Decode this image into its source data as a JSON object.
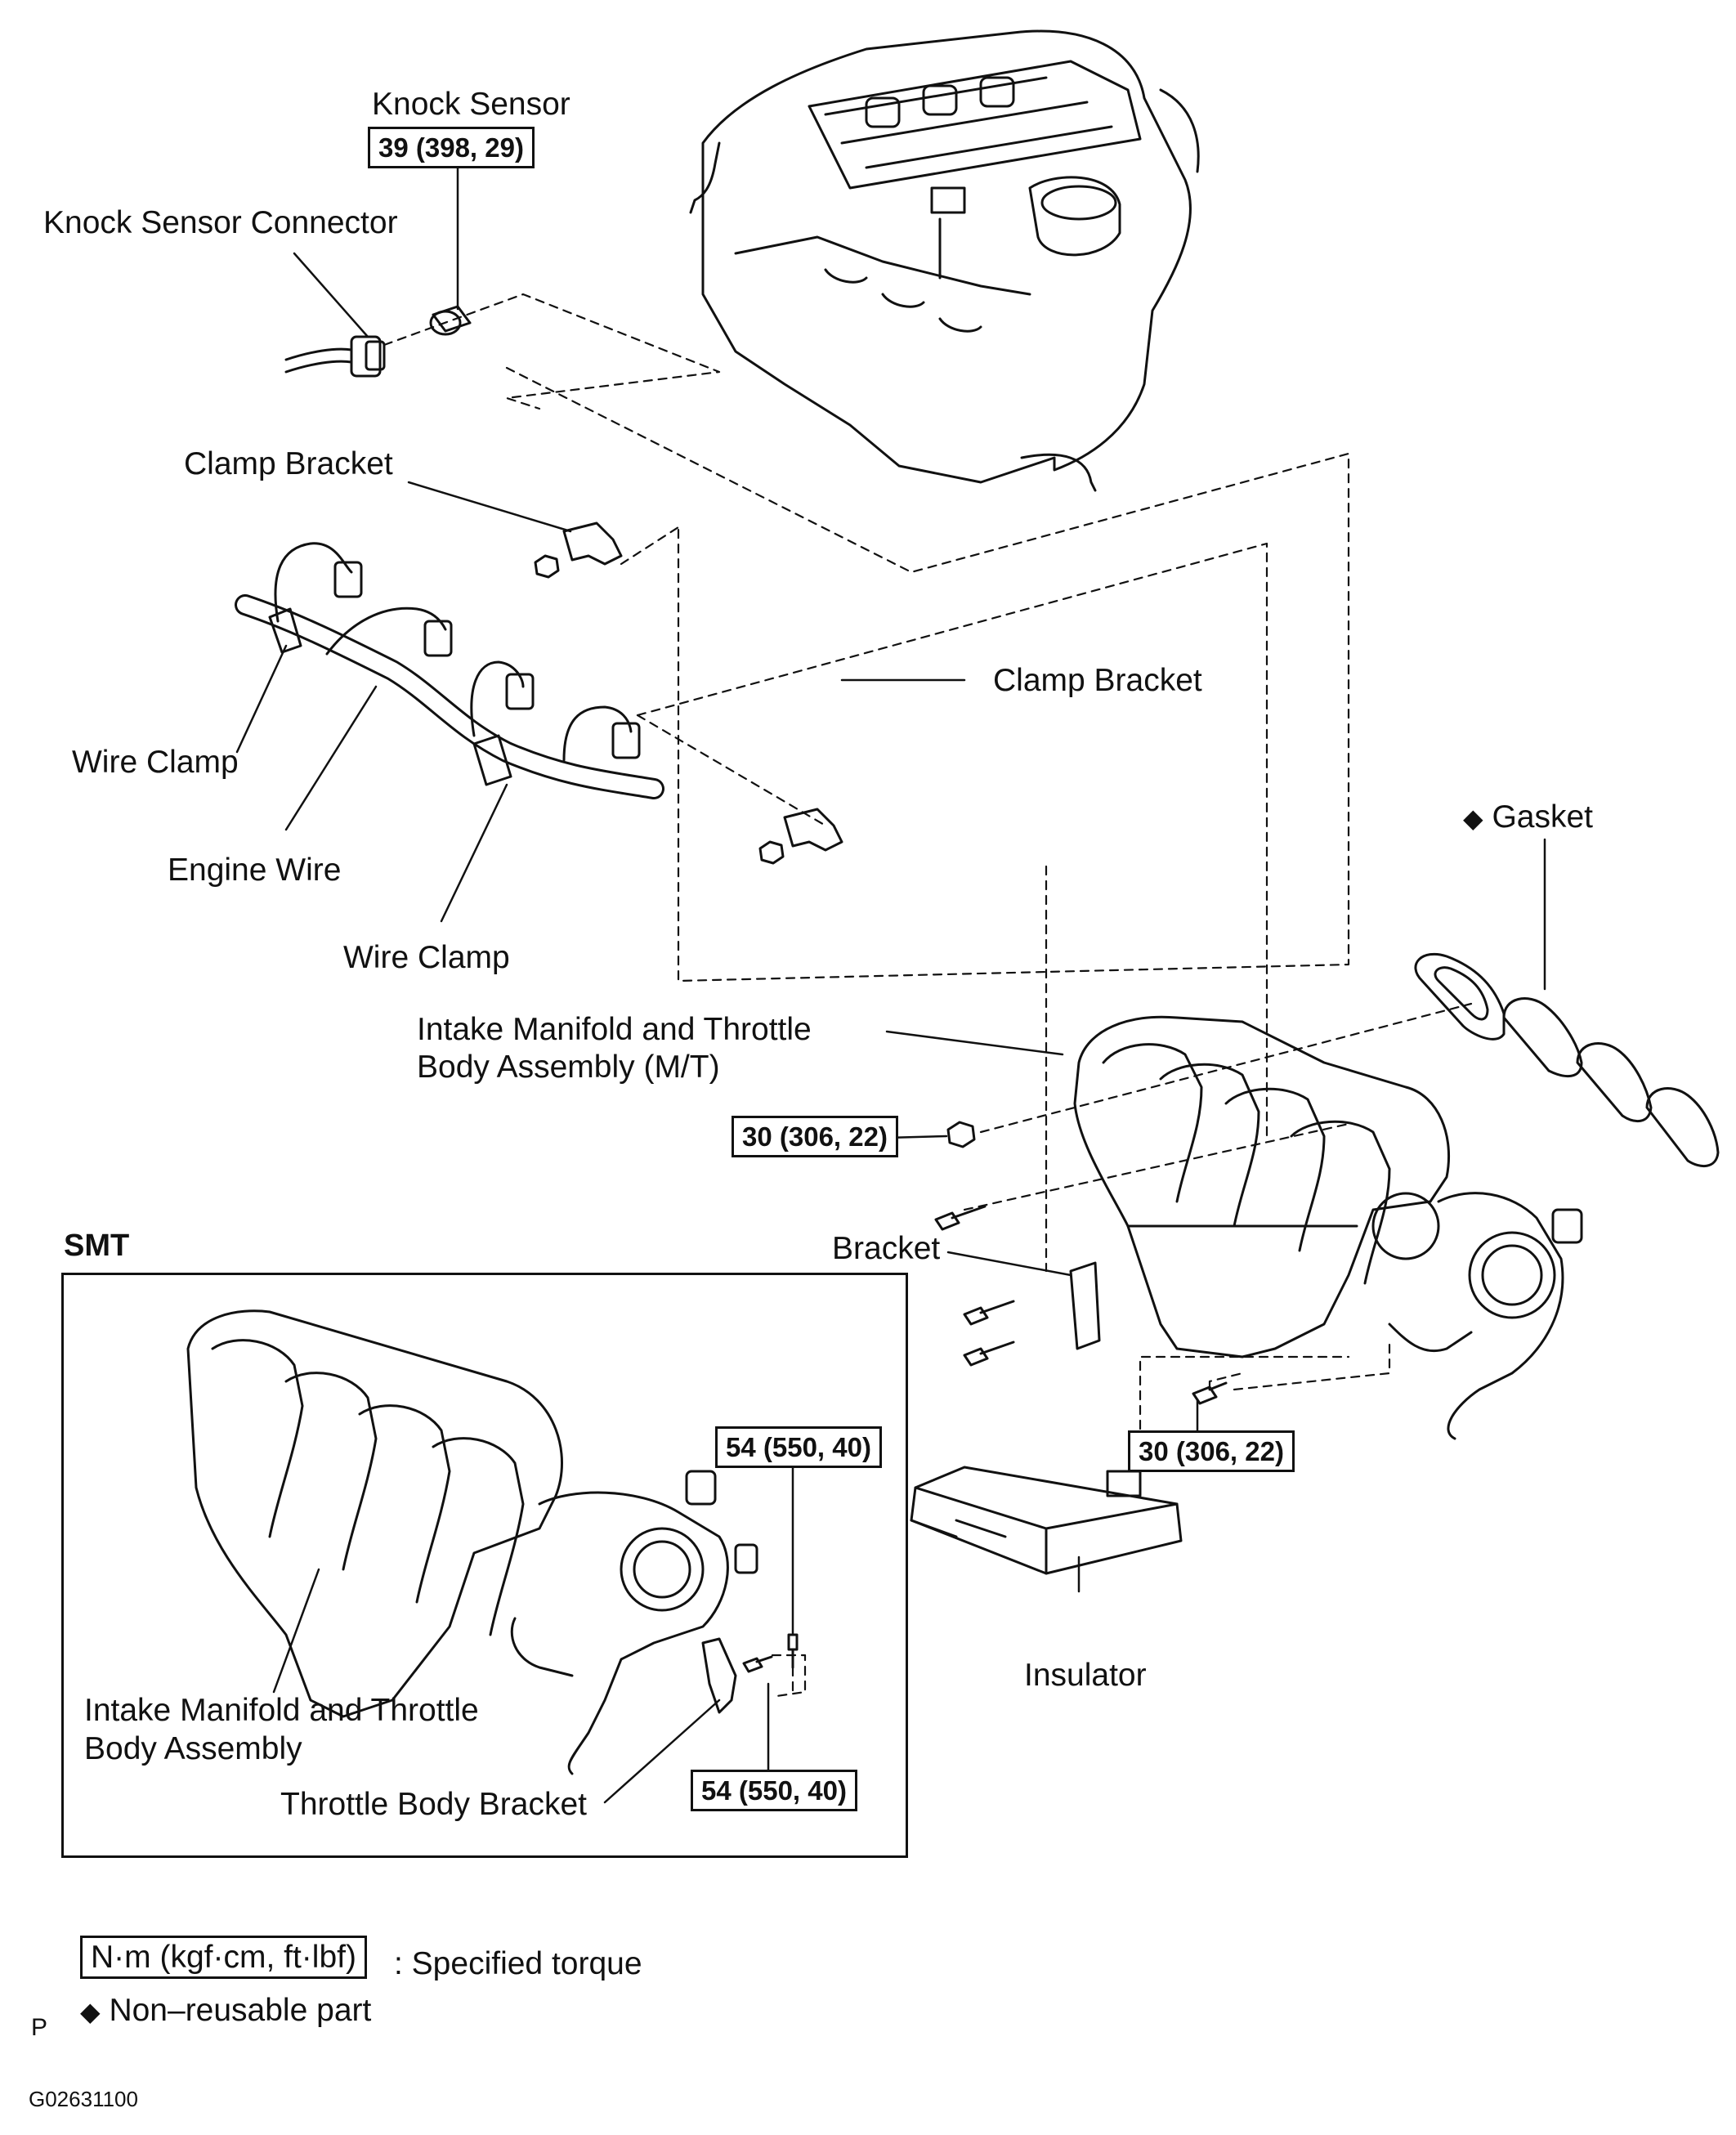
{
  "labels": {
    "knock_sensor": "Knock Sensor",
    "knock_sensor_torque": "39 (398, 29)",
    "knock_sensor_connector": "Knock Sensor Connector",
    "clamp_bracket_1": "Clamp Bracket",
    "clamp_bracket_2": "Clamp Bracket",
    "wire_clamp_1": "Wire Clamp",
    "engine_wire": "Engine Wire",
    "wire_clamp_2": "Wire Clamp",
    "gasket": "Gasket",
    "manifold_mt_line1": "Intake Manifold and Throttle",
    "manifold_mt_line2": "Body Assembly (M/T)",
    "nut_torque": "30 (306, 22)",
    "bracket": "Bracket",
    "bolt_torque": "30 (306, 22)",
    "insulator": "Insulator",
    "smt_title": "SMT",
    "smt_bolt_torque_1": "54 (550, 40)",
    "smt_bolt_torque_2": "54 (550, 40)",
    "smt_manifold_line1": "Intake Manifold and Throttle",
    "smt_manifold_line2": "Body Assembly",
    "throttle_body_bracket": "Throttle Body Bracket"
  },
  "legend": {
    "torque_unit": "N·m (kgf·cm, ft·lbf)",
    "torque_text": ": Specified torque",
    "nonreusable_symbol": "◆",
    "nonreusable_text": "Non–reusable part"
  },
  "footer": {
    "page_letter": "P",
    "figure_code": "G02631100"
  },
  "icons": {
    "nonreusable_marker": "diamond-icon"
  }
}
